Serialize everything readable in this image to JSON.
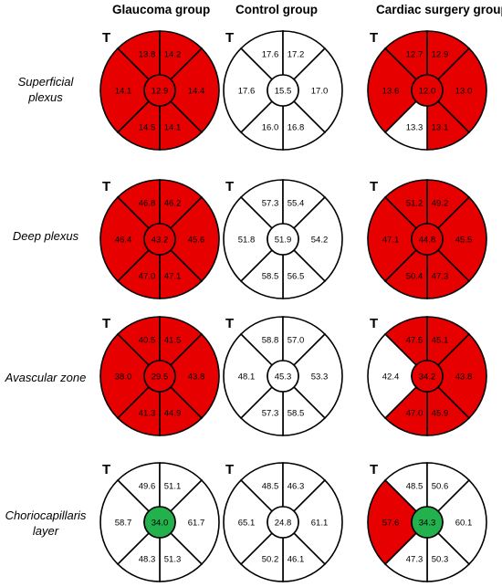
{
  "columns": [
    "Glaucoma group",
    "Control group",
    "Cardiac surgery group"
  ],
  "rows": [
    {
      "label": [
        "Superficial",
        "plexus"
      ]
    },
    {
      "label": [
        "Deep plexus"
      ]
    },
    {
      "label": [
        "Avascular zone"
      ]
    },
    {
      "label": [
        "Choriocapillaris",
        "layer"
      ]
    }
  ],
  "orientation_mark": "T",
  "colors": {
    "increase": "#e60000",
    "decrease": "#22b14c",
    "neutral": "#ffffff",
    "outline": "#000000"
  },
  "segment_order": [
    "center",
    "sup_temporal",
    "sup_nasal",
    "nasal",
    "inf_nasal",
    "inf_temporal",
    "temporal"
  ],
  "charts": [
    [
      {
        "values": {
          "center": "12.9",
          "sup_temporal": "13.8",
          "sup_nasal": "14.2",
          "nasal": "14.4",
          "inf_nasal": "14.1",
          "inf_temporal": "14.5",
          "temporal": "14.1"
        },
        "fills": {
          "center": "increase",
          "sup_temporal": "increase",
          "sup_nasal": "increase",
          "nasal": "increase",
          "inf_nasal": "increase",
          "inf_temporal": "increase",
          "temporal": "increase"
        }
      },
      {
        "values": {
          "center": "15.5",
          "sup_temporal": "17.6",
          "sup_nasal": "17.2",
          "nasal": "17.0",
          "inf_nasal": "16.8",
          "inf_temporal": "16.0",
          "temporal": "17.6"
        },
        "fills": {
          "center": "neutral",
          "sup_temporal": "neutral",
          "sup_nasal": "neutral",
          "nasal": "neutral",
          "inf_nasal": "neutral",
          "inf_temporal": "neutral",
          "temporal": "neutral"
        }
      },
      {
        "values": {
          "center": "12.0",
          "sup_temporal": "12.7",
          "sup_nasal": "12.9",
          "nasal": "13.0",
          "inf_nasal": "13.1",
          "inf_temporal": "13.3",
          "temporal": "13.6"
        },
        "fills": {
          "center": "increase",
          "sup_temporal": "increase",
          "sup_nasal": "increase",
          "nasal": "increase",
          "inf_nasal": "increase",
          "inf_temporal": "neutral",
          "temporal": "increase"
        }
      }
    ],
    [
      {
        "values": {
          "center": "43.2",
          "sup_temporal": "46.8",
          "sup_nasal": "46.2",
          "nasal": "45.6",
          "inf_nasal": "47.1",
          "inf_temporal": "47.0",
          "temporal": "46.4"
        },
        "fills": {
          "center": "increase",
          "sup_temporal": "increase",
          "sup_nasal": "increase",
          "nasal": "increase",
          "inf_nasal": "increase",
          "inf_temporal": "increase",
          "temporal": "increase"
        }
      },
      {
        "values": {
          "center": "51.9",
          "sup_temporal": "57.3",
          "sup_nasal": "55.4",
          "nasal": "54.2",
          "inf_nasal": "56.5",
          "inf_temporal": "58.5",
          "temporal": "51.8"
        },
        "fills": {
          "center": "neutral",
          "sup_temporal": "neutral",
          "sup_nasal": "neutral",
          "nasal": "neutral",
          "inf_nasal": "neutral",
          "inf_temporal": "neutral",
          "temporal": "neutral"
        }
      },
      {
        "values": {
          "center": "44.8",
          "sup_temporal": "51.2",
          "sup_nasal": "49.2",
          "nasal": "45.5",
          "inf_nasal": "47.3",
          "inf_temporal": "50.4",
          "temporal": "47.1"
        },
        "fills": {
          "center": "increase",
          "sup_temporal": "increase",
          "sup_nasal": "increase",
          "nasal": "increase",
          "inf_nasal": "increase",
          "inf_temporal": "increase",
          "temporal": "increase"
        }
      }
    ],
    [
      {
        "values": {
          "center": "29.5",
          "sup_temporal": "40.5",
          "sup_nasal": "41.5",
          "nasal": "43.8",
          "inf_nasal": "44.9",
          "inf_temporal": "41.3",
          "temporal": "38.0"
        },
        "fills": {
          "center": "increase",
          "sup_temporal": "increase",
          "sup_nasal": "increase",
          "nasal": "increase",
          "inf_nasal": "increase",
          "inf_temporal": "increase",
          "temporal": "increase"
        }
      },
      {
        "values": {
          "center": "45.3",
          "sup_temporal": "58.8",
          "sup_nasal": "57.0",
          "nasal": "53.3",
          "inf_nasal": "58.5",
          "inf_temporal": "57.3",
          "temporal": "48.1"
        },
        "fills": {
          "center": "neutral",
          "sup_temporal": "neutral",
          "sup_nasal": "neutral",
          "nasal": "neutral",
          "inf_nasal": "neutral",
          "inf_temporal": "neutral",
          "temporal": "neutral"
        }
      },
      {
        "values": {
          "center": "34.2",
          "sup_temporal": "47.5",
          "sup_nasal": "45.1",
          "nasal": "43.8",
          "inf_nasal": "45.9",
          "inf_temporal": "47.0",
          "temporal": "42.4"
        },
        "fills": {
          "center": "increase",
          "sup_temporal": "increase",
          "sup_nasal": "increase",
          "nasal": "increase",
          "inf_nasal": "increase",
          "inf_temporal": "increase",
          "temporal": "neutral"
        }
      }
    ],
    [
      {
        "values": {
          "center": "34.0",
          "sup_temporal": "49.6",
          "sup_nasal": "51.1",
          "nasal": "61.7",
          "inf_nasal": "51.3",
          "inf_temporal": "48.3",
          "temporal": "58.7"
        },
        "fills": {
          "center": "decrease",
          "sup_temporal": "neutral",
          "sup_nasal": "neutral",
          "nasal": "neutral",
          "inf_nasal": "neutral",
          "inf_temporal": "neutral",
          "temporal": "neutral"
        }
      },
      {
        "values": {
          "center": "24.8",
          "sup_temporal": "48.5",
          "sup_nasal": "46.3",
          "nasal": "61.1",
          "inf_nasal": "46.1",
          "inf_temporal": "50.2",
          "temporal": "65.1"
        },
        "fills": {
          "center": "neutral",
          "sup_temporal": "neutral",
          "sup_nasal": "neutral",
          "nasal": "neutral",
          "inf_nasal": "neutral",
          "inf_temporal": "neutral",
          "temporal": "neutral"
        }
      },
      {
        "values": {
          "center": "34.3",
          "sup_temporal": "48.5",
          "sup_nasal": "50.6",
          "nasal": "60.1",
          "inf_nasal": "50.3",
          "inf_temporal": "47.3",
          "temporal": "57.6"
        },
        "fills": {
          "center": "decrease",
          "sup_temporal": "neutral",
          "sup_nasal": "neutral",
          "nasal": "neutral",
          "inf_nasal": "neutral",
          "inf_temporal": "neutral",
          "temporal": "increase"
        }
      }
    ]
  ]
}
